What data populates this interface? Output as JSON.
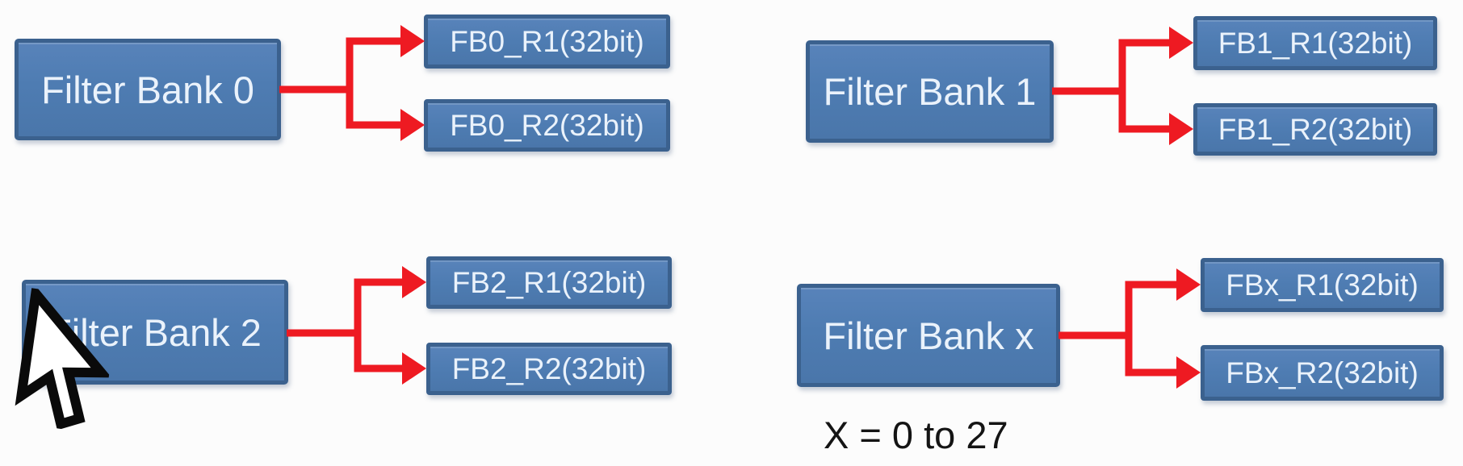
{
  "diagram": {
    "groups": [
      {
        "bank": "Filter Bank 0",
        "registers": [
          "FB0_R1(32bit)",
          "FB0_R2(32bit)"
        ]
      },
      {
        "bank": "Filter Bank 1",
        "registers": [
          "FB1_R1(32bit)",
          "FB1_R2(32bit)"
        ]
      },
      {
        "bank": "Filter Bank 2",
        "registers": [
          "FB2_R1(32bit)",
          "FB2_R2(32bit)"
        ]
      },
      {
        "bank": "Filter Bank x",
        "registers": [
          "FBx_R1(32bit)",
          "FBx_R2(32bit)"
        ]
      }
    ],
    "caption": "X = 0 to 27",
    "colors": {
      "box_fill": "#4e7cb2",
      "box_border": "#3b618e",
      "box_text": "#eaf2fb",
      "arrow": "#ee1a22",
      "caption_text": "#141414",
      "background": "#fcfcfc"
    },
    "icons": {
      "cursor": "mouse-arrow-pointer"
    }
  }
}
